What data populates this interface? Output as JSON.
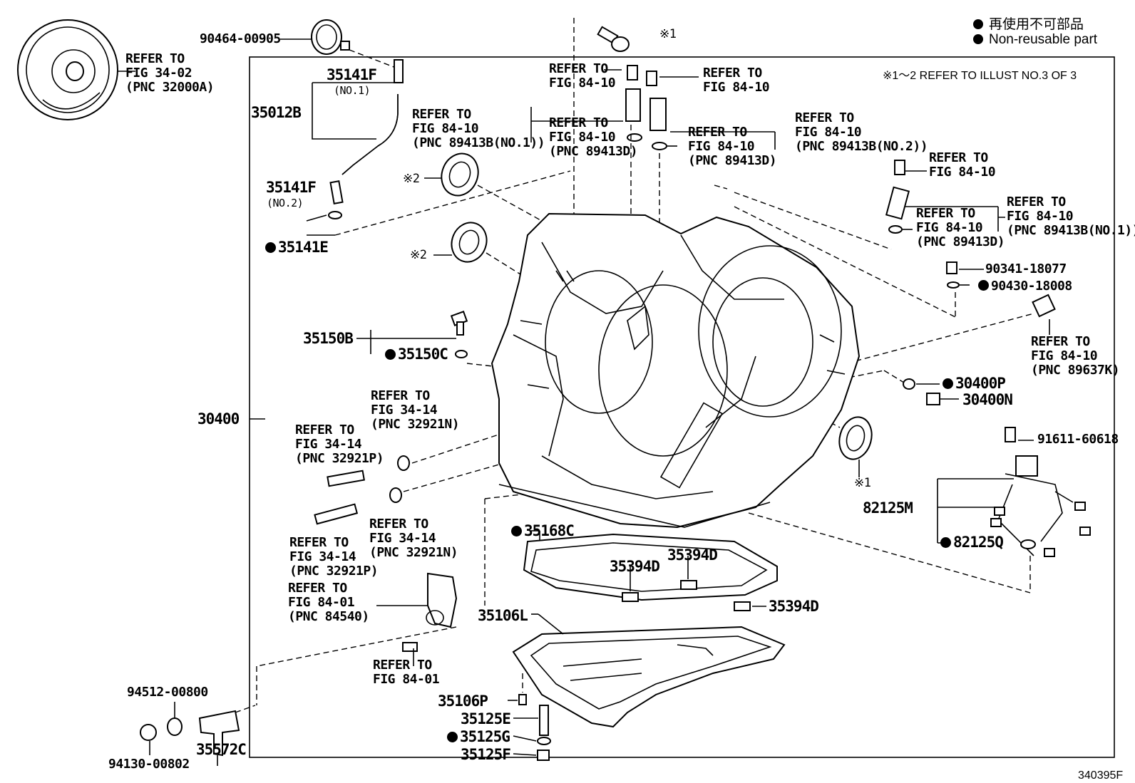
{
  "legend": {
    "jp": "再使用不可部品",
    "en": "Non-reusable part",
    "note": "※1～2 REFER TO ILLUST NO.3 OF 3"
  },
  "figure_id": "340395F",
  "labels": {
    "p90464": "90464-00905",
    "converter_ref": [
      "REFER TO",
      "FIG 34-02",
      "(PNC 32000A)"
    ],
    "p35141f_1": "35141F",
    "p35141f_1_sub": "(NO.1)",
    "p35012b": "35012B",
    "p35141f_2": "35141F",
    "p35141f_2_sub": "(NO.2)",
    "p35141e": "35141E",
    "ref_89413b_no1": [
      "REFER TO",
      "FIG 84-10",
      "(PNC 89413B(NO.1))"
    ],
    "ref_top_a": [
      "REFER TO",
      "FIG 84-10"
    ],
    "ref_89413d_a": [
      "REFER TO",
      "FIG 84-10",
      "(PNC 89413D)"
    ],
    "ref_top_b": [
      "REFER TO",
      "FIG 84-10"
    ],
    "ref_89413d_b": [
      "REFER TO",
      "FIG 84-10",
      "(PNC 89413D)"
    ],
    "ref_89413b_no2": [
      "REFER TO",
      "FIG 84-10",
      "(PNC 89413B(NO.2))"
    ],
    "mark1_top": "※1",
    "mark2_a": "※2",
    "mark2_b": "※2",
    "mark1_seal": "※1",
    "ref_right_a": [
      "REFER TO",
      "FIG 84-10"
    ],
    "ref_right_89413d": [
      "REFER TO",
      "FIG 84-10",
      "(PNC 89413D)"
    ],
    "ref_right_89413b_no1": [
      "REFER TO",
      "FIG 84-10",
      "(PNC 89413B(NO.1))"
    ],
    "p90341": "90341-18077",
    "p90430": "90430-18008",
    "ref_89637k": [
      "REFER TO",
      "FIG 84-10",
      "(PNC 89637K)"
    ],
    "p30400p": "30400P",
    "p30400n": "30400N",
    "p35150b": "35150B",
    "p35150c": "35150C",
    "p30400": "30400",
    "ref_32921n_a": [
      "REFER TO",
      "FIG 34-14",
      "(PNC 32921N)"
    ],
    "ref_32921p_a": [
      "REFER TO",
      "FIG 34-14",
      "(PNC 32921P)"
    ],
    "ref_32921n_b": [
      "REFER TO",
      "FIG 34-14",
      "(PNC 32921N)"
    ],
    "ref_32921p_b": [
      "REFER TO",
      "FIG 34-14",
      "(PNC 32921P)"
    ],
    "ref_84540": [
      "REFER TO",
      "FIG 84-01",
      "(PNC 84540)"
    ],
    "ref_84_01": [
      "REFER TO",
      "FIG 84-01"
    ],
    "p91611": "91611-60618",
    "p82125m": "82125M",
    "p82125q": "82125Q",
    "p35168c": "35168C",
    "p35394d_a": "35394D",
    "p35394d_b": "35394D",
    "p35394d_c": "35394D",
    "p35106l": "35106L",
    "p35106p": "35106P",
    "p35125e": "35125E",
    "p35125g": "35125G",
    "p35125f": "35125F",
    "p94512": "94512-00800",
    "p94130": "94130-00802",
    "p35572c": "35572C"
  }
}
